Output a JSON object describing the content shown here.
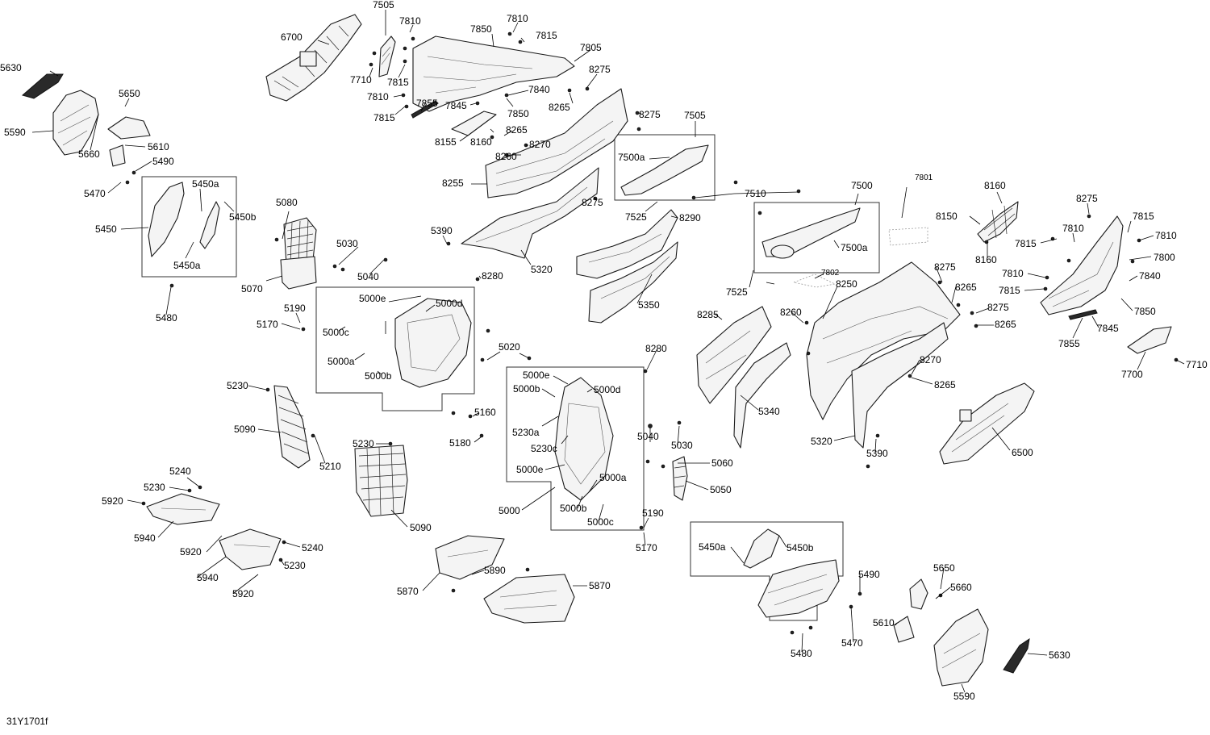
{
  "drawing_id": "31Y1701f",
  "labels": {
    "l7505a": "7505",
    "l7810a": "7810",
    "l7810b": "7810",
    "l7815a": "7815",
    "l7850a": "7850",
    "l7805": "7805",
    "l6700": "6700",
    "l7710a": "7710",
    "l7815b": "7815",
    "l7810c": "7810",
    "l7815c": "7815",
    "l7855a": "7855",
    "l7845a": "7845",
    "l7840a": "7840",
    "l7850b": "7850",
    "l8275a": "8275",
    "l8265a": "8265",
    "l8275b": "8275",
    "l8155": "8155",
    "l8160a": "8160",
    "l8265b": "8265",
    "l8270a": "8270",
    "l8260a": "8260",
    "l7505b": "7505",
    "l7500a1": "7500a",
    "l5630a": "5630",
    "l5650a": "5650",
    "l5590a": "5590",
    "l5660a": "5660",
    "l5610a": "5610",
    "l5490a": "5490",
    "l5470a": "5470",
    "l8255": "8255",
    "l8275c": "8275",
    "l7525a": "7525",
    "l8290": "8290",
    "l7510": "7510",
    "l5450a1": "5450a",
    "l5450b1": "5450b",
    "l5450": "5450",
    "l5450a2": "5450a",
    "l5080": "5080",
    "l5070": "5070",
    "l5030a": "5030",
    "l5040a": "5040",
    "l5390a": "5390",
    "l5320a": "5320",
    "l8280a": "8280",
    "l5350": "5350",
    "l5480a": "5480",
    "l5190a": "5190",
    "l5170a": "5170",
    "l5000e1": "5000e",
    "l5000d1": "5000d",
    "l5000c1": "5000c",
    "l5000a1": "5000a",
    "l5000b1": "5000b",
    "l5020": "5020",
    "l7500": "7500",
    "l7801": "7801",
    "l7500a2": "7500a",
    "l7802": "7802",
    "l7525b": "7525",
    "l8250": "8250",
    "l8285": "8285",
    "l8260b": "8260",
    "l8275d": "8275",
    "l8265c": "8265",
    "l8275e": "8275",
    "l8265d": "8265",
    "l8160b": "8160",
    "l8150": "8150",
    "l8160c": "8160",
    "l8275f": "8275",
    "l7815d": "7815",
    "l7810d": "7810",
    "l7815e": "7815",
    "l7810e": "7810",
    "l7800": "7800",
    "l7810f": "7810",
    "l7815f": "7815",
    "l7840b": "7840",
    "l7850c": "7850",
    "l7845b": "7845",
    "l7855b": "7855",
    "l7700": "7700",
    "l7710b": "7710",
    "l8280b": "8280",
    "l5340": "5340",
    "l8270b": "8270",
    "l8265e": "8265",
    "l5320b": "5320",
    "l5390b": "5390",
    "l6500": "6500",
    "l5230a": "5230",
    "l5090a": "5090",
    "l5210": "5210",
    "l5230b": "5230",
    "l5090b": "5090",
    "l5160": "5160",
    "l5180": "5180",
    "l5000e2": "5000e",
    "l5000b2": "5000b",
    "l5000d2": "5000d",
    "l5230a_": "5230a",
    "l5230c": "5230c",
    "l5000e3": "5000e",
    "l5000": "5000",
    "l5000a2": "5000a",
    "l5000b3": "5000b",
    "l5000c2": "5000c",
    "l5040b": "5040",
    "l5030b": "5030",
    "l5060": "5060",
    "l5050": "5050",
    "l5190b": "5190",
    "l5170b": "5170",
    "l5240a": "5240",
    "l5230c2": "5230",
    "l5920a": "5920",
    "l5940a": "5940",
    "l5920b": "5920",
    "l5240b": "5240",
    "l5230d": "5230",
    "l5940b": "5940",
    "l5920c": "5920",
    "l5870a": "5870",
    "l5890": "5890",
    "l5870b": "5870",
    "l5450a3": "5450a",
    "l5450b2": "5450b",
    "l5490b": "5490",
    "l5470b": "5470",
    "l5480b": "5480",
    "l5650b": "5650",
    "l5660b": "5660",
    "l5610b": "5610",
    "l5630b": "5630",
    "l5590b": "5590"
  }
}
